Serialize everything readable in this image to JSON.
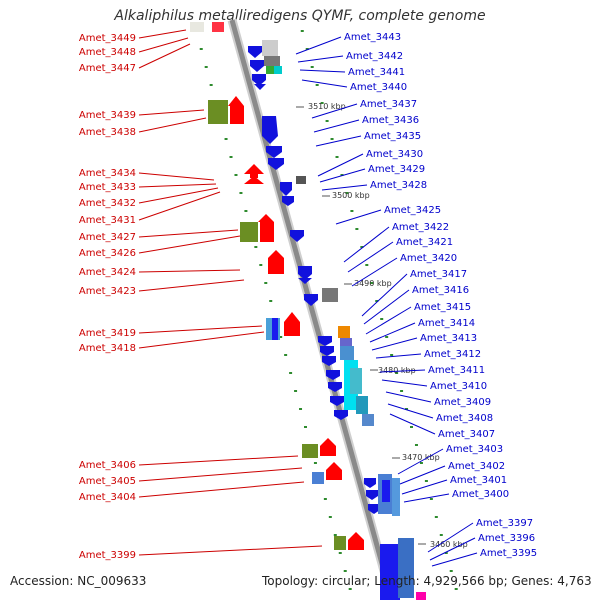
{
  "title": "Alkaliphilus metalliredigens QYMF, complete genome",
  "accession": "Accession: NC_009633",
  "topology": "Topology: circular; Length: 4,929,566 bp; Genes: 4,763",
  "colors": {
    "plus_strand_label": "#cc0000",
    "minus_strand_label": "#0000cc",
    "backbone": "#888888",
    "tick": "#2e8b2e"
  },
  "kbp_markers": [
    "3510 kbp",
    "3500 kbp",
    "3490 kbp",
    "3480 kbp",
    "3470 kbp",
    "3460 kbp"
  ],
  "left_genes": [
    "Amet_3449",
    "Amet_3448",
    "Amet_3447",
    "Amet_3439",
    "Amet_3438",
    "Amet_3434",
    "Amet_3433",
    "Amet_3432",
    "Amet_3431",
    "Amet_3427",
    "Amet_3426",
    "Amet_3424",
    "Amet_3423",
    "Amet_3419",
    "Amet_3418",
    "Amet_3406",
    "Amet_3405",
    "Amet_3404",
    "Amet_3399"
  ],
  "right_genes": [
    "Amet_3443",
    "Amet_3442",
    "Amet_3441",
    "Amet_3440",
    "Amet_3437",
    "Amet_3436",
    "Amet_3435",
    "Amet_3430",
    "Amet_3429",
    "Amet_3428",
    "Amet_3425",
    "Amet_3422",
    "Amet_3421",
    "Amet_3420",
    "Amet_3417",
    "Amet_3416",
    "Amet_3415",
    "Amet_3414",
    "Amet_3413",
    "Amet_3412",
    "Amet_3411",
    "Amet_3410",
    "Amet_3409",
    "Amet_3408",
    "Amet_3407",
    "Amet_3403",
    "Amet_3402",
    "Amet_3401",
    "Amet_3400",
    "Amet_3397",
    "Amet_3396",
    "Amet_3395"
  ]
}
